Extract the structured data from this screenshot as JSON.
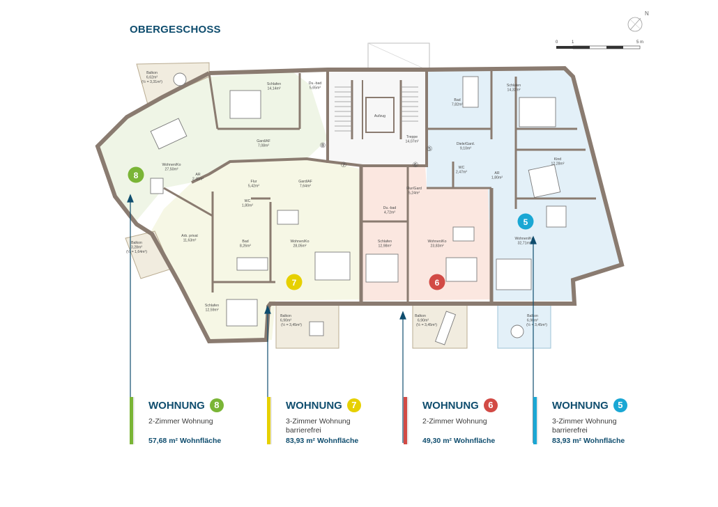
{
  "page_title": "OBERGESCHOSS",
  "compass": "N",
  "scale_bar": {
    "labels": [
      "0",
      "1",
      "5 m"
    ]
  },
  "rooms": [
    {
      "id": "balkon8",
      "name": "Balkon",
      "area": "6,62m²",
      "note": "(½ = 3,31m²)"
    },
    {
      "id": "schlafen8",
      "name": "Schlafen",
      "area": "14,14m²"
    },
    {
      "id": "du8",
      "name": "Du.-bad",
      "area": "5,65m²"
    },
    {
      "id": "gard8",
      "name": "Gard/AF",
      "area": "7,08m²"
    },
    {
      "id": "wohnen8",
      "name": "Wohnen/Ko",
      "area": "27,50m²"
    },
    {
      "id": "ar7",
      "name": "AR",
      "area": "2,45m²"
    },
    {
      "id": "flur7",
      "name": "Flur",
      "area": "5,42m²"
    },
    {
      "id": "gard7",
      "name": "Gard/AF",
      "area": "7,64m²"
    },
    {
      "id": "wc7",
      "name": "WC",
      "area": "1,80m²"
    },
    {
      "id": "bad7",
      "name": "Bad",
      "area": "8,26m²"
    },
    {
      "id": "arb7",
      "name": "Arb. privat",
      "area": "11,63m²"
    },
    {
      "id": "balkon7a",
      "name": "Balkon",
      "area": "3,28m²",
      "note": "(½ = 1,64m²)"
    },
    {
      "id": "wohnen7",
      "name": "Wohnen/Ko",
      "area": "28,05m²"
    },
    {
      "id": "schlafen7",
      "name": "Schlafen",
      "area": "12,59m²"
    },
    {
      "id": "balkon7b",
      "name": "Balkon",
      "area": "6,90m²",
      "note": "(½ = 3,45m²)"
    },
    {
      "id": "aufzug",
      "name": "Aufzug",
      "area": ""
    },
    {
      "id": "treppe",
      "name": "Treppe",
      "area": "14,07m²"
    },
    {
      "id": "flur6",
      "name": "Flur/Gard",
      "area": "5,24m²"
    },
    {
      "id": "du6",
      "name": "Du.-bad",
      "area": "4,72m²"
    },
    {
      "id": "schlafen6",
      "name": "Schlafen",
      "area": "12,98m²"
    },
    {
      "id": "wohnen6",
      "name": "Wohnen/Ko",
      "area": "23,83m²"
    },
    {
      "id": "balkon6",
      "name": "Balkon",
      "area": "6,90m²",
      "note": "(½ = 3,45m²)"
    },
    {
      "id": "bad5",
      "name": "Bad",
      "area": "7,82m²"
    },
    {
      "id": "schlafen5",
      "name": "Schlafen",
      "area": "14,32m²"
    },
    {
      "id": "diele5",
      "name": "Diele/Gard.",
      "area": "9,10m²"
    },
    {
      "id": "wc5",
      "name": "WC",
      "area": "2,47m²"
    },
    {
      "id": "ar5",
      "name": "AR",
      "area": "1,80m²"
    },
    {
      "id": "kind5",
      "name": "Kind",
      "area": "12,28m²"
    },
    {
      "id": "wohnen5",
      "name": "Wohnen/Ko",
      "area": "32,71m²"
    },
    {
      "id": "balkon5",
      "name": "Balkon",
      "area": "6,90m²",
      "note": "(½ = 3,45m²)"
    }
  ],
  "door_markers": [
    "⑧",
    "⑦",
    "⑥",
    "⑤"
  ],
  "units": [
    {
      "number": "8",
      "label": "WOHNUNG",
      "type": "2-Zimmer Wohnung",
      "extra": "",
      "area": "57,68 m²  Wohnfläche",
      "color": "#7ab536"
    },
    {
      "number": "7",
      "label": "WOHNUNG",
      "type": "3-Zimmer Wohnung",
      "extra": "barrierefrei",
      "area": "83,93 m²  Wohnfläche",
      "color": "#e6d000"
    },
    {
      "number": "6",
      "label": "WOHNUNG",
      "type": "2-Zimmer Wohnung",
      "extra": "",
      "area": "49,30 m²  Wohnfläche",
      "color": "#d24a45"
    },
    {
      "number": "5",
      "label": "WOHNUNG",
      "type": "3-Zimmer Wohnung",
      "extra": "barrierefrei",
      "area": "83,93 m²  Wohnfläche",
      "color": "#1aa7d4"
    }
  ]
}
